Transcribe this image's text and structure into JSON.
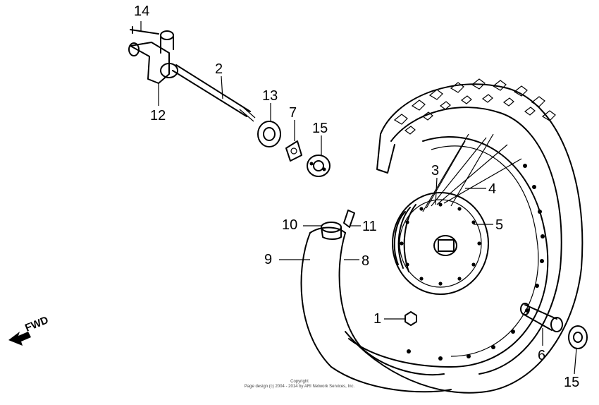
{
  "diagram": {
    "fwd_label": "FWD",
    "callouts": [
      "14",
      "2",
      "12",
      "13",
      "7",
      "15",
      "3",
      "4",
      "5",
      "10",
      "11",
      "9",
      "8",
      "1",
      "6",
      "15"
    ],
    "copyright_line1": "Copyright",
    "copyright_line2": "Page design (c) 2004 - 2014 by ARI Network Services, Inc."
  }
}
